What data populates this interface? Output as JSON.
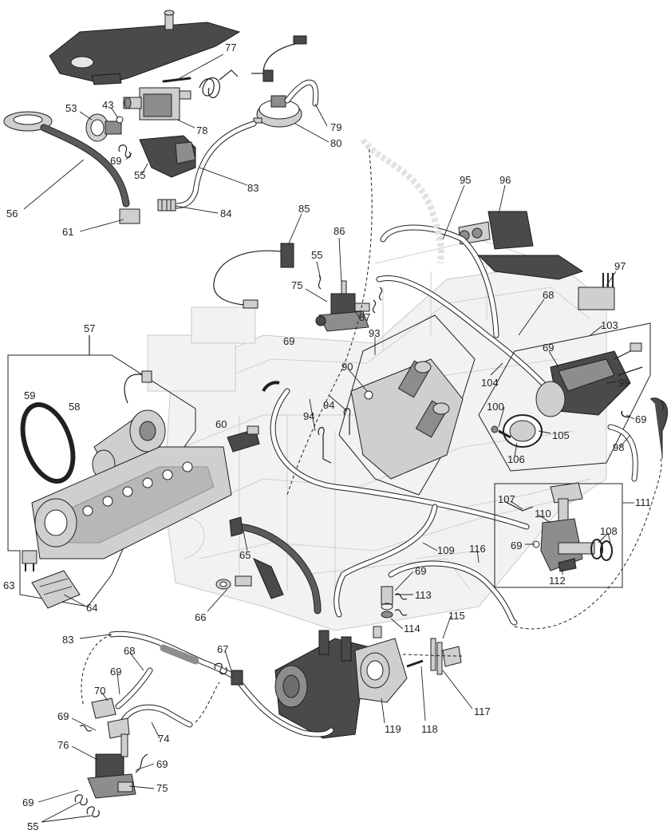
{
  "labels": {
    "l77": "77",
    "l53": "53",
    "l43": "43",
    "l78": "78",
    "l79": "79",
    "l80": "80",
    "l69a": "69",
    "l55a": "55",
    "l56": "56",
    "l83a": "83",
    "l84": "84",
    "l61": "61",
    "l85": "85",
    "l86": "86",
    "l55b": "55",
    "l75a": "75",
    "l87": "87",
    "l95": "95",
    "l96": "96",
    "l97": "97",
    "l68a": "68",
    "l103": "103",
    "l57": "57",
    "l59": "59",
    "l58": "58",
    "l60": "60",
    "l69b": "69",
    "l93": "93",
    "l90": "90",
    "l94a": "94",
    "l94b": "94",
    "l104": "104",
    "l69c": "69",
    "l99": "99",
    "l69d": "69",
    "l100": "100",
    "l105": "105",
    "l106": "106",
    "l98": "98",
    "l111": "111",
    "l107": "107",
    "l110": "110",
    "l108": "108",
    "l69e": "69",
    "l112": "112",
    "l109": "109",
    "l116": "116",
    "l65": "65",
    "l63": "63",
    "l66": "66",
    "l64": "64",
    "l69f": "69",
    "l113": "113",
    "l115": "115",
    "l114": "114",
    "l83b": "83",
    "l68b": "68",
    "l67": "67",
    "l69g": "69",
    "l70": "70",
    "l69h": "69",
    "l74": "74",
    "l76": "76",
    "l69i": "69",
    "l75b": "75",
    "l69j": "69",
    "l55c": "55",
    "l117": "117",
    "l119": "119",
    "l118": "118"
  }
}
